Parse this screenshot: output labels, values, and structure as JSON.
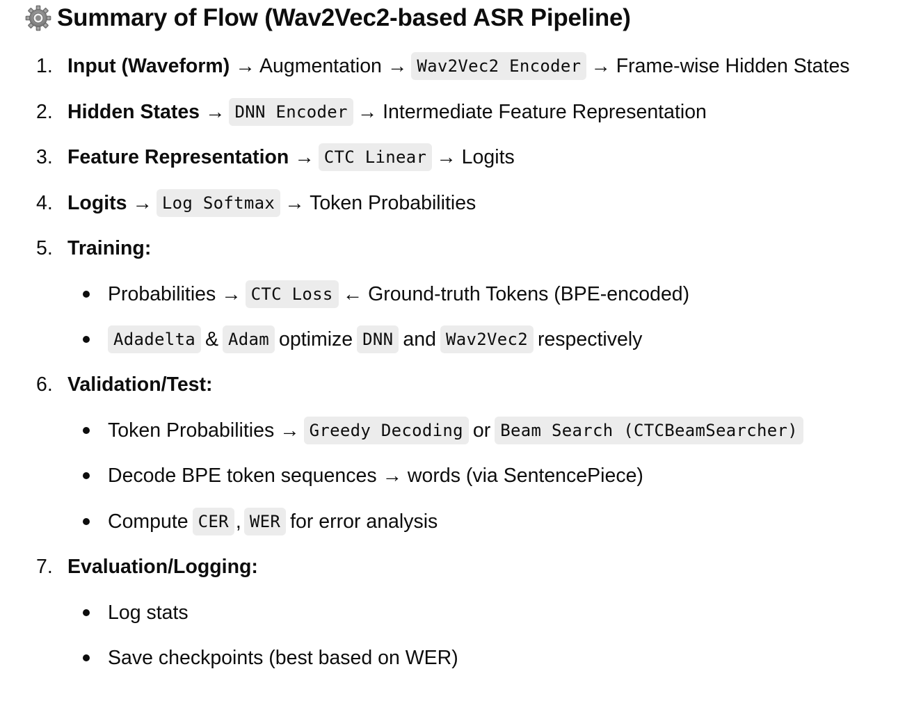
{
  "heading": {
    "icon": "gear-icon",
    "title": "Summary of Flow (Wav2Vec2-based ASR Pipeline)"
  },
  "steps": [
    {
      "number": "1.",
      "bold": "Input (Waveform)",
      "arrow1": "→ Augmentation →",
      "code1": "Wav2Vec2 Encoder",
      "arrow2": "→ Frame-wise Hidden States"
    },
    {
      "number": "2.",
      "bold": "Hidden States",
      "arrow1": "→",
      "code1": "DNN Encoder",
      "arrow2": "→ Intermediate Feature Representation"
    },
    {
      "number": "3.",
      "bold": "Feature Representation",
      "arrow1": "→",
      "code1": "CTC Linear",
      "arrow2": "→ Logits"
    },
    {
      "number": "4.",
      "bold": "Logits",
      "arrow1": "→",
      "code1": "Log Softmax",
      "arrow2": "→ Token Probabilities"
    },
    {
      "number": "5.",
      "bold": "Training:",
      "bullets": [
        {
          "text1": "Probabilities →",
          "code1": "CTC Loss",
          "text2": "← Ground-truth Tokens (BPE-encoded)"
        },
        {
          "code1": "Adadelta",
          "text1": "&",
          "code2": "Adam",
          "text2": "optimize",
          "code3": "DNN",
          "text3": "and",
          "code4": "Wav2Vec2",
          "text4": "respectively"
        }
      ]
    },
    {
      "number": "6.",
      "bold": "Validation/Test:",
      "bullets": [
        {
          "text1": "Token Probabilities →",
          "code1": "Greedy Decoding",
          "text2": "or",
          "code2": "Beam Search (CTCBeamSearcher)"
        },
        {
          "text1": "Decode BPE token sequences → words (via SentencePiece)"
        },
        {
          "text1": "Compute",
          "code1": "CER",
          "text2": ",",
          "code2": "WER",
          "text3": "for error analysis"
        }
      ]
    },
    {
      "number": "7.",
      "bold": "Evaluation/Logging:",
      "bullets": [
        {
          "text1": "Log stats"
        },
        {
          "text1": "Save checkpoints (best based on WER)"
        }
      ]
    }
  ]
}
